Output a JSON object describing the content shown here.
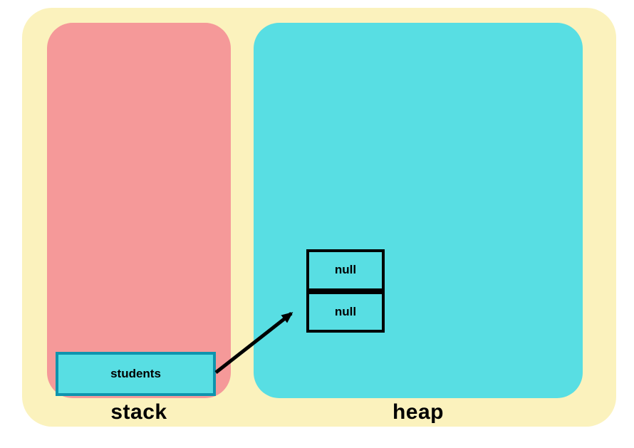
{
  "regions": {
    "stack": {
      "label": "stack"
    },
    "heap": {
      "label": "heap"
    }
  },
  "stack_frame": {
    "variable": {
      "name": "students"
    }
  },
  "heap_object": {
    "fields": [
      {
        "value": "null"
      },
      {
        "value": "null"
      }
    ]
  },
  "arrow": {
    "description": "pointer from students variable to heap object"
  },
  "colors": {
    "panel": "#fbf2bd",
    "stack_region": "#f59999",
    "heap_region": "#58dee3",
    "variable_fill": "#58dee3",
    "variable_border": "#0e94ae",
    "object_border": "#000000",
    "arrow": "#000000",
    "text": "#000000"
  }
}
